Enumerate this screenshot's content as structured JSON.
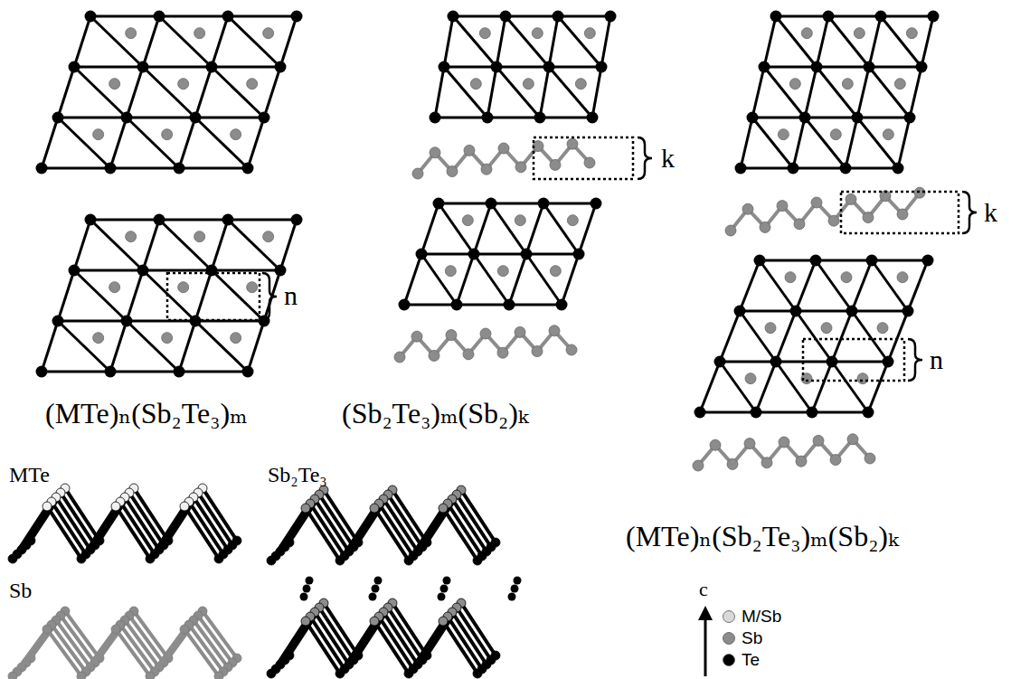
{
  "diagram": {
    "labels": [
      "k",
      "k",
      "n",
      "n",
      "(MTe)ₙ(Sb₂Te₃)ₘ",
      "(Sb₂Te₃)ₘ(Sb₂)ₖ",
      "(MTe)ₙ(Sb₂Te₃)ₘ(Sb₂)ₖ",
      "MTe",
      "Sb₂Te₃",
      "Sb",
      "c"
    ],
    "legend": [
      {
        "text": "M/Sb",
        "color": "#d9d9d9"
      },
      {
        "text": "Sb",
        "color": "#8c8c8c"
      },
      {
        "text": "Te",
        "color": "#000000"
      }
    ]
  }
}
